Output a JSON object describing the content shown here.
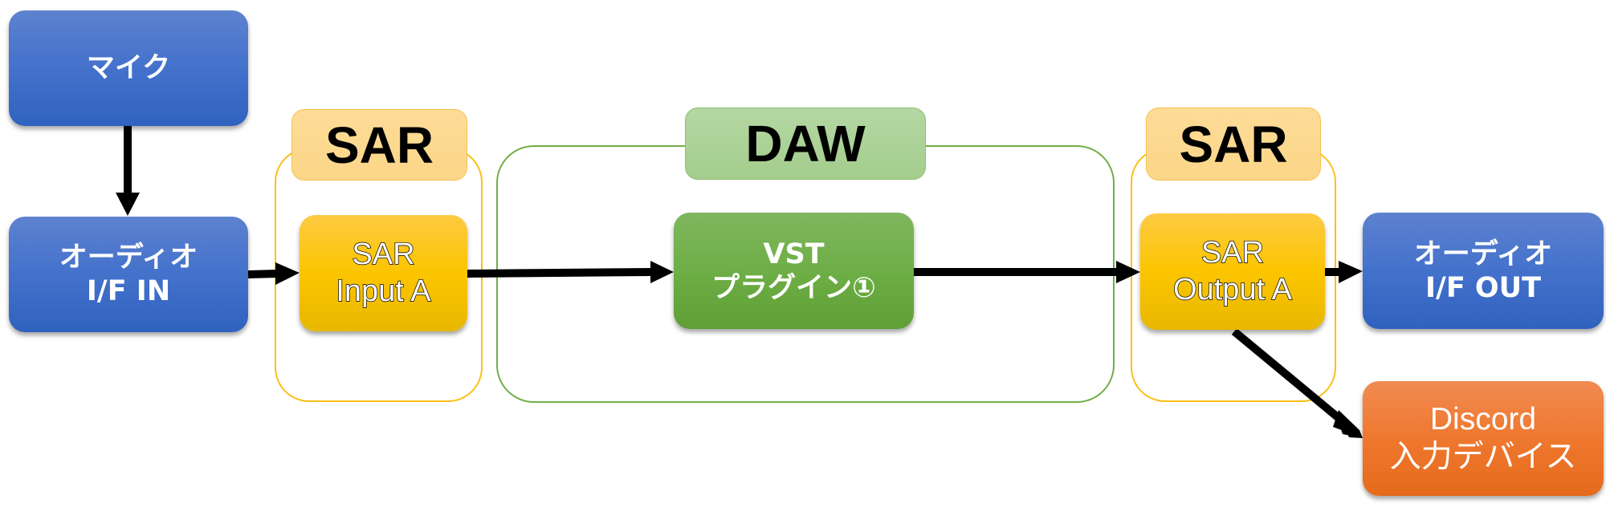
{
  "diagram": {
    "groups": [
      {
        "id": "sar-left",
        "label": "SAR",
        "color": "#fbbf1a"
      },
      {
        "id": "daw",
        "label": "DAW",
        "color": "#70ad47"
      },
      {
        "id": "sar-right",
        "label": "SAR",
        "color": "#fbbf1a"
      }
    ],
    "nodes": {
      "mic": {
        "lines": [
          "マイク"
        ],
        "color": "#4472c4"
      },
      "audio_if_in": {
        "lines": [
          "オーディオ",
          "I/F IN"
        ],
        "color": "#4472c4"
      },
      "sar_input_a": {
        "lines": [
          "SAR",
          "Input A"
        ],
        "color": "#ffc000"
      },
      "vst_plugin": {
        "lines": [
          "VST",
          "プラグイン①"
        ],
        "color": "#70ad47"
      },
      "sar_output_a": {
        "lines": [
          "SAR",
          "Output A"
        ],
        "color": "#ffc000"
      },
      "audio_if_out": {
        "lines": [
          "オーディオ",
          "I/F OUT"
        ],
        "color": "#4472c4"
      },
      "discord_input": {
        "lines": [
          "Discord",
          "入力デバイス"
        ],
        "color": "#ed7d31"
      }
    },
    "edges": [
      {
        "from": "マイク",
        "to": "オーディオ I/F IN"
      },
      {
        "from": "オーディオ I/F IN",
        "to": "SAR Input A"
      },
      {
        "from": "SAR Input A",
        "to": "VST プラグイン①"
      },
      {
        "from": "VST プラグイン①",
        "to": "SAR Output A"
      },
      {
        "from": "SAR Output A",
        "to": "オーディオ I/F OUT"
      },
      {
        "from": "SAR Output A",
        "to": "Discord 入力デバイス"
      }
    ],
    "arrow_color": "#000000"
  }
}
